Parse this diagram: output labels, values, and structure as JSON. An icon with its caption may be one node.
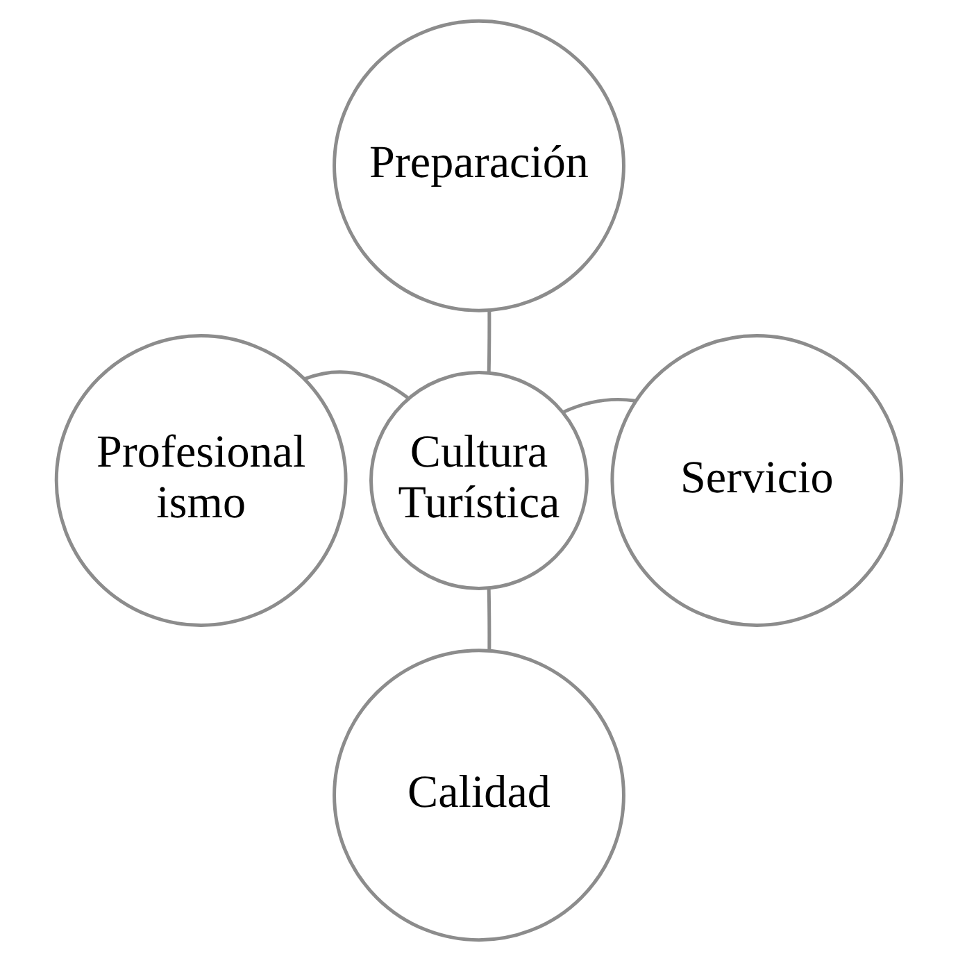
{
  "diagram": {
    "nodes": [
      {
        "text": [
          "Preparación"
        ]
      },
      {
        "text": [
          "Profesional ismo"
        ]
      },
      {
        "text": [
          "Cultura Turística"
        ]
      },
      {
        "text": [
          "Servicio"
        ]
      },
      {
        "text": [
          "Calidad"
        ]
      }
    ],
    "edges": [
      {
        "from": 2,
        "to": 0,
        "arrow": "none"
      },
      {
        "from": 2,
        "to": 1,
        "arrow": "none"
      },
      {
        "from": 2,
        "to": 3,
        "arrow": "none"
      },
      {
        "from": 2,
        "to": 4,
        "arrow": "none"
      }
    ]
  }
}
